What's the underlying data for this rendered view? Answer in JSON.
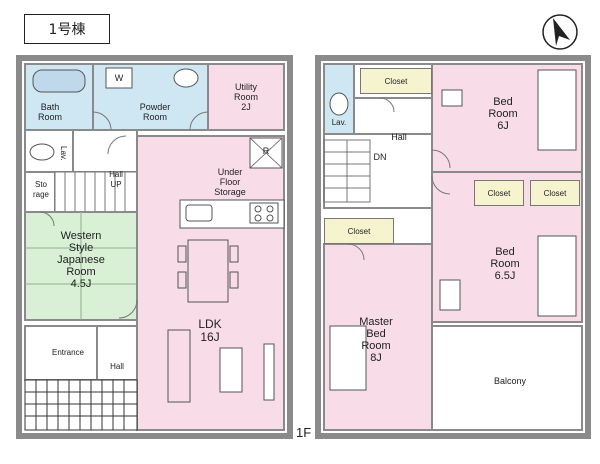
{
  "title": "1号棟",
  "floor_label": "1F",
  "colors": {
    "bath": "#cfe6f3",
    "pink": "#f8dde8",
    "green": "#d9efd6",
    "closet": "#f6f4cf",
    "wall": "#8a8a8a"
  },
  "rooms_1f": {
    "bath": "Bath\nRoom",
    "powder": "Powder\nRoom",
    "powder_w": "W",
    "utility": "Utility\nRoom\n2J",
    "lav_1f": "Lav.",
    "hall_up": "Hall\nUP",
    "storage": "Sto\nrage",
    "under_floor": "Under\nFloor\nStorage",
    "under_floor_r": "R",
    "western": "Western\nStyle\nJapanese\nRoom\n4.5J",
    "ldk": "LDK\n16J",
    "entrance": "Entrance",
    "hall": "Hall"
  },
  "rooms_2f": {
    "closet_top": "Closet",
    "lav_2f": "Lav.",
    "hall_2f": "Hall",
    "dn": "DN",
    "bed1": "Bed\nRoom\n6J",
    "closet_mid1": "Closet",
    "closet_mid2": "Closet",
    "closet_left": "Closet",
    "bed2": "Bed\nRoom\n6.5J",
    "master": "Master\nBed\nRoom\n8J",
    "balcony": "Balcony"
  },
  "compass": "north-arrow"
}
